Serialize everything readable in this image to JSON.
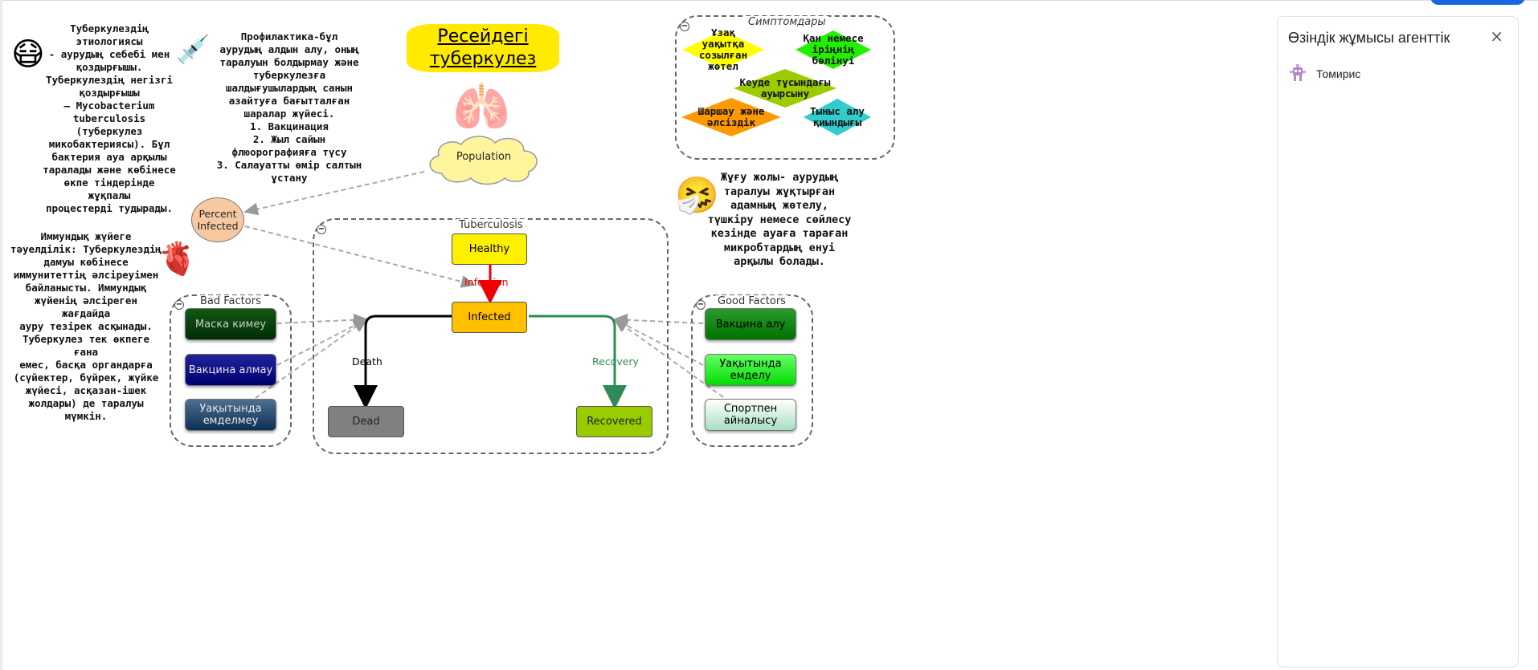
{
  "title": {
    "line1": "Ресейдегі",
    "line2": "туберкулез"
  },
  "notes": {
    "etiology": "Туберкулездің этиологиясы\n- аурудың себебі мен\nқоздырғышы.\nТуберкулездің негізгі\nқоздырғышы\n— Mycobacterium\ntuberculosis (туберкулез\nмикобактериясы). Бұл\nбактерия ауа арқылы\nтаралады және көбінесе\nөкпе тіндерінде жұқпалы\nпроцестерді тудырады.",
    "prevention": "Профилактика-бұл\nаурудың алдын алу, оның\nтаралуын болдырмау және\nтуберкулезға\nшалдығушылардың санын\nазайтуға бағытталған\nшаралар жүйесі.\n1. Вакцинация\n2. Жыл сайын\nфлюорографияға түсу\n3. Салауатты өмір салтын\nұстану",
    "immunity": "Иммундық жүйеге\nтәуелділік: Туберкулездің\nдамуы көбінесе\nиммунитеттің әлсіреуімен\nбайланысты. Иммундық\nжүйенің әлсіреген жағдайда\nауру тезірек асқынады.\nТуберкулез тек өкпеге ғана\nемес, басқа органдарға\n(сүйектер, бүйрек, жүйке\nжүйесі, асқазан-ішек\nжолдары) де таралуы\nмүмкін.",
    "transmission": "Жұғу жолы- аурудың\nтаралуы жұқтырған\nадамның жөтелу,\nтүшкіру немесе сөйлесу\nкезінде ауаға тараған\nмикробтардың енуі\nарқылы болады."
  },
  "emojis": {
    "mask": "😷",
    "syringe": "💉",
    "lungs": "🫁",
    "heart": "🫀",
    "sick": "🤧"
  },
  "population": {
    "label": "Population"
  },
  "percent_infected": {
    "label": "Percent Infected"
  },
  "symptoms": {
    "title": "Симптомдары",
    "items": [
      {
        "label": "Ұзақ уақытқа созылған жөтел",
        "color": "#ffff00"
      },
      {
        "label": "Қан немесе іріңнің бөлінуі",
        "color": "#22ee00"
      },
      {
        "label": "Кеуде тұсындағы ауырсыну",
        "color": "#9ccc00"
      },
      {
        "label": "Шаршау және әлсіздік",
        "color": "#ff9900"
      },
      {
        "label": "Тыныс алу қиындығы",
        "color": "#33cccc"
      }
    ]
  },
  "tb_group": {
    "title": "Tuberculosis"
  },
  "stocks": {
    "healthy": "Healthy",
    "infected": "Infected",
    "dead": "Dead",
    "recovered": "Recovered"
  },
  "flows": {
    "infection": "Infection",
    "death": "Death",
    "recovery": "Recovery"
  },
  "bad_factors": {
    "title": "Bad Factors",
    "items": [
      "Маска кимеу",
      "Вакцина алмау",
      "Уақытында емделмеу"
    ]
  },
  "good_factors": {
    "title": "Good Factors",
    "items": [
      "Вакцина алу",
      "Уақытында емделу",
      "Спортпен айналысу"
    ]
  },
  "panel": {
    "title": "Өзіндік жұмысы агенттік",
    "close": "×",
    "agent_name": "Томирис"
  },
  "colors": {
    "healthy": "#ffef00",
    "infected": "#ffc000",
    "dead": "#808080",
    "recovered": "#99cc00",
    "infection_flow": "#ee0000",
    "recovery_flow": "#2e8b57",
    "death_flow": "#000000"
  }
}
